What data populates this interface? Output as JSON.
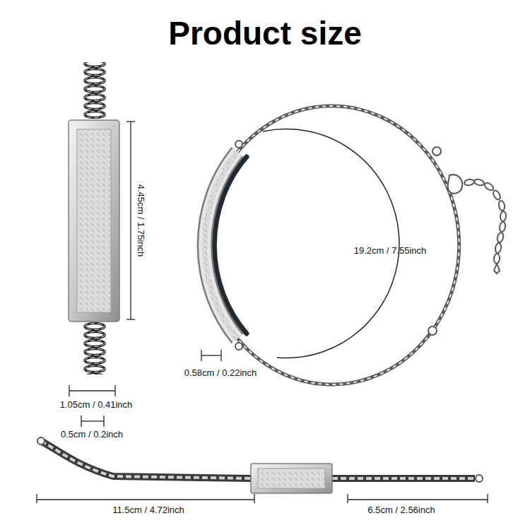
{
  "diagram": {
    "title": "Product size",
    "labels": [
      "4.45cm / 1.75inch",
      "19.2cm / 7.55inch",
      "0.58cm / 0.22inch",
      "1.05cm / 0.41inch",
      "0.5cm / 0.2inch",
      "11.5cm / 4.72inch",
      "6.5cm / 2.56inch"
    ]
  }
}
